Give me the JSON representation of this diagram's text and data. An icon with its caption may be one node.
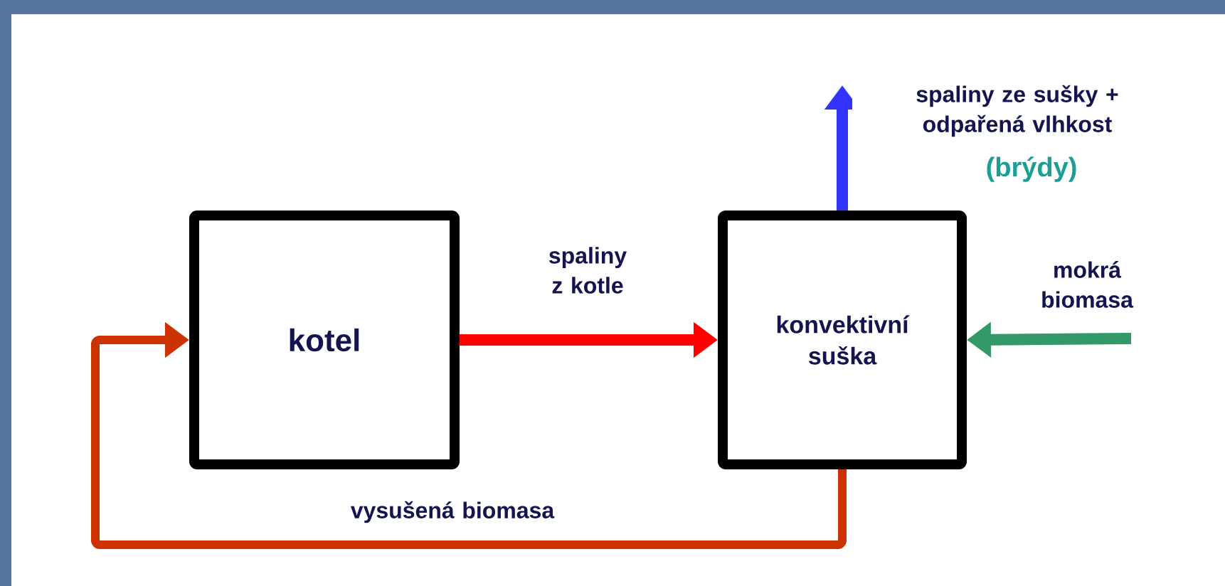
{
  "diagram": {
    "nodes": [
      {
        "text": [
          "kotel"
        ]
      },
      {
        "text": [
          "konvektivní suška"
        ]
      }
    ],
    "edges": [
      {
        "from": 0,
        "to": 1,
        "arrow": "to",
        "label": "spaliny z kotle",
        "color": "#ff0000"
      },
      {
        "from": 1,
        "to": null,
        "arrow": "to",
        "label": "spaliny ze sušky + odpařená vlhkost",
        "color": "#3333ff"
      },
      {
        "from": null,
        "to": 1,
        "arrow": "to",
        "label": "mokrá biomasa",
        "color": "#339966"
      },
      {
        "from": 1,
        "to": 0,
        "arrow": "to",
        "label": "vysušená biomasa",
        "color": "#cc3300"
      }
    ],
    "labels": [
      "(brýdy)"
    ]
  }
}
